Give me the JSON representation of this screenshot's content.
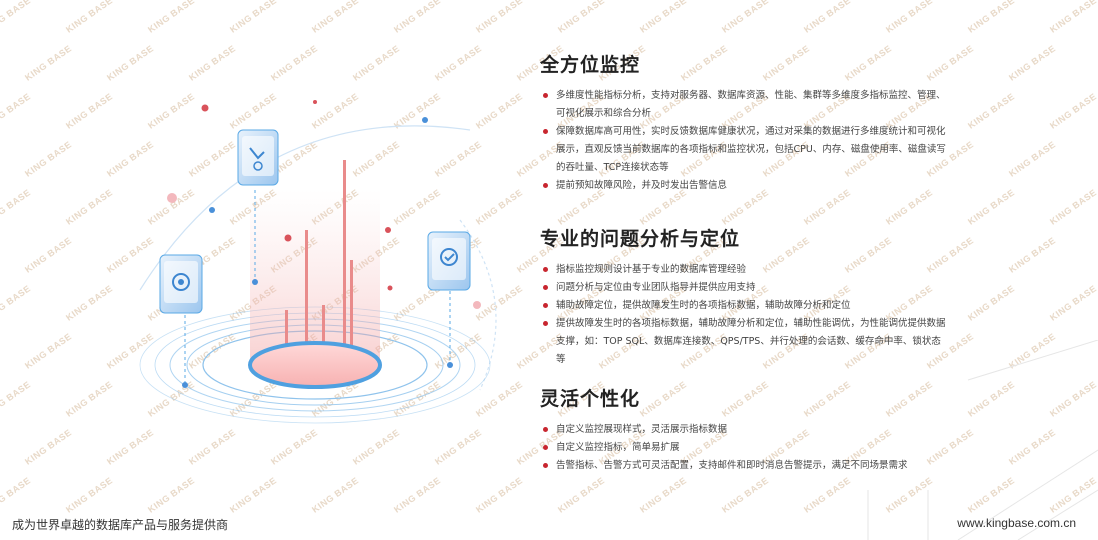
{
  "watermark_text": "KING BASE",
  "sections": [
    {
      "title": "全方位监控",
      "items": [
        "多维度性能指标分析，支持对服务器、数据库资源、性能、集群等多维度多指标监控、管理、可视化展示和综合分析",
        "保障数据库高可用性，实时反馈数据库健康状况，通过对采集的数据进行多维度统计和可视化展示，直观反馈当前数据库的各项指标和监控状况，包括CPU、内存、磁盘使用率、磁盘读写的吞吐量、TCP连接状态等",
        "提前预知故障风险，并及时发出告警信息"
      ]
    },
    {
      "title": "专业的问题分析与定位",
      "items": [
        "指标监控规则设计基于专业的数据库管理经验",
        "问题分析与定位由专业团队指导并提供应用支持",
        "辅助故障定位，提供故障发生时的各项指标数据，辅助故障分析和定位",
        "提供故障发生时的各项指标数据，辅助故障分析和定位，辅助性能调优，为性能调优提供数据支撑，如：TOP SQL、数据库连接数、QPS/TPS、并行处理的会话数、缓存命中率、锁状态等"
      ]
    },
    {
      "title": "灵活个性化",
      "items": [
        "自定义监控展现样式，灵活展示指标数据",
        "自定义监控指标，简单易扩展",
        "告警指标、告警方式可灵活配置，支持邮件和即时消息告警提示，满足不同场景需求"
      ]
    }
  ],
  "footer": {
    "slogan": "成为世界卓越的数据库产品与服务提供商",
    "website": "www.kingbase.com.cn"
  },
  "colors": {
    "accent_red": "#c8262f",
    "ring_blue": "#5aa9e6",
    "watermark": "#e8d9c8"
  },
  "icons": [
    "analytics-icon",
    "monitor-icon",
    "security-icon"
  ]
}
